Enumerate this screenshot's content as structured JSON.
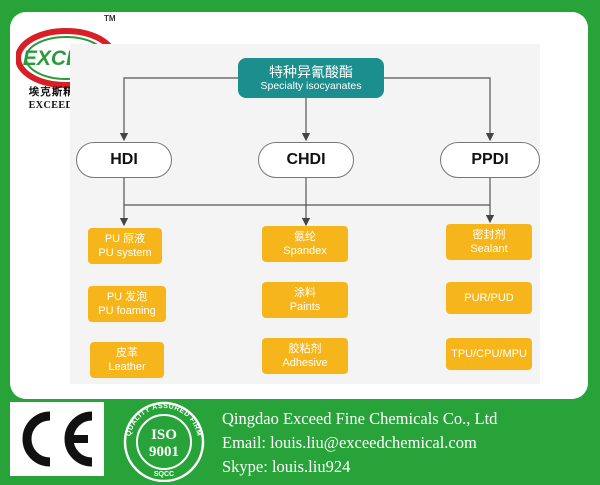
{
  "logo": {
    "text": "EXCEED",
    "tm": "TM",
    "cn_name": "埃克斯精细化工",
    "en_name": "EXCEED CHEM"
  },
  "diagram": {
    "root": {
      "cn": "特种异氰酸酯",
      "en": "Specialty isocyanates"
    },
    "branches": [
      {
        "name": "HDI",
        "children": [
          {
            "cn": "PU 原液",
            "en": "PU system"
          },
          {
            "cn": "PU 发泡",
            "en": "PU foaming"
          },
          {
            "cn": "皮革",
            "en": "Leather"
          }
        ]
      },
      {
        "name": "CHDI",
        "children": [
          {
            "cn": "氨纶",
            "en": "Spandex"
          },
          {
            "cn": "涂料",
            "en": "Paints"
          },
          {
            "cn": "胶粘剂",
            "en": "Adhesive"
          }
        ]
      },
      {
        "name": "PPDI",
        "children": [
          {
            "cn": "密封剂",
            "en": "Sealant"
          },
          {
            "cn": "",
            "en": "PUR/PUD"
          },
          {
            "cn": "",
            "en": "TPU/CPU/MPU"
          }
        ]
      }
    ]
  },
  "footer": {
    "company": "Qingdao Exceed Fine Chemicals Co., Ltd",
    "email": "Email: louis.liu@exceedchemical.com",
    "skype": "Skype: louis.liu924",
    "ce_mark": "CE",
    "seal": {
      "top": "QUALITY ASSURED FIRM",
      "iso": "ISO",
      "num": "9001",
      "bottom": "SQCC"
    }
  },
  "colors": {
    "green": "#27a339",
    "teal": "#1b8f8d",
    "orange": "#f6b51a",
    "logo_red": "#d81f26"
  }
}
